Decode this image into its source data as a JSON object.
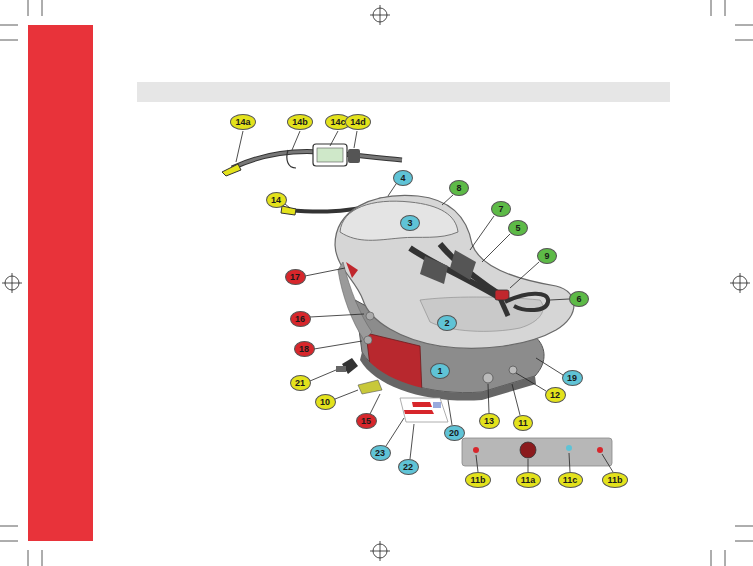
{
  "diagram": {
    "nodes": [
      {
        "text": [
          "14a"
        ]
      },
      {
        "text": [
          "14b"
        ]
      },
      {
        "text": [
          "14c"
        ]
      },
      {
        "text": [
          "14d"
        ]
      },
      {
        "text": [
          "4"
        ]
      },
      {
        "text": [
          "8"
        ]
      },
      {
        "text": [
          "14"
        ]
      },
      {
        "text": [
          "3"
        ]
      },
      {
        "text": [
          "7"
        ]
      },
      {
        "text": [
          "5"
        ]
      },
      {
        "text": [
          "9"
        ]
      },
      {
        "text": [
          "17"
        ]
      },
      {
        "text": [
          "6"
        ]
      },
      {
        "text": [
          "16"
        ]
      },
      {
        "text": [
          "2"
        ]
      },
      {
        "text": [
          "18"
        ]
      },
      {
        "text": [
          "1"
        ]
      },
      {
        "text": [
          "19"
        ]
      },
      {
        "text": [
          "21"
        ]
      },
      {
        "text": [
          "12"
        ]
      },
      {
        "text": [
          "10"
        ]
      },
      {
        "text": [
          "15"
        ]
      },
      {
        "text": [
          "13"
        ]
      },
      {
        "text": [
          "11"
        ]
      },
      {
        "text": [
          "20"
        ]
      },
      {
        "text": [
          "23"
        ]
      },
      {
        "text": [
          "22"
        ]
      },
      {
        "text": [
          "11b"
        ]
      },
      {
        "text": [
          "11a"
        ]
      },
      {
        "text": [
          "11c"
        ]
      },
      {
        "text": [
          "11b"
        ]
      }
    ]
  }
}
